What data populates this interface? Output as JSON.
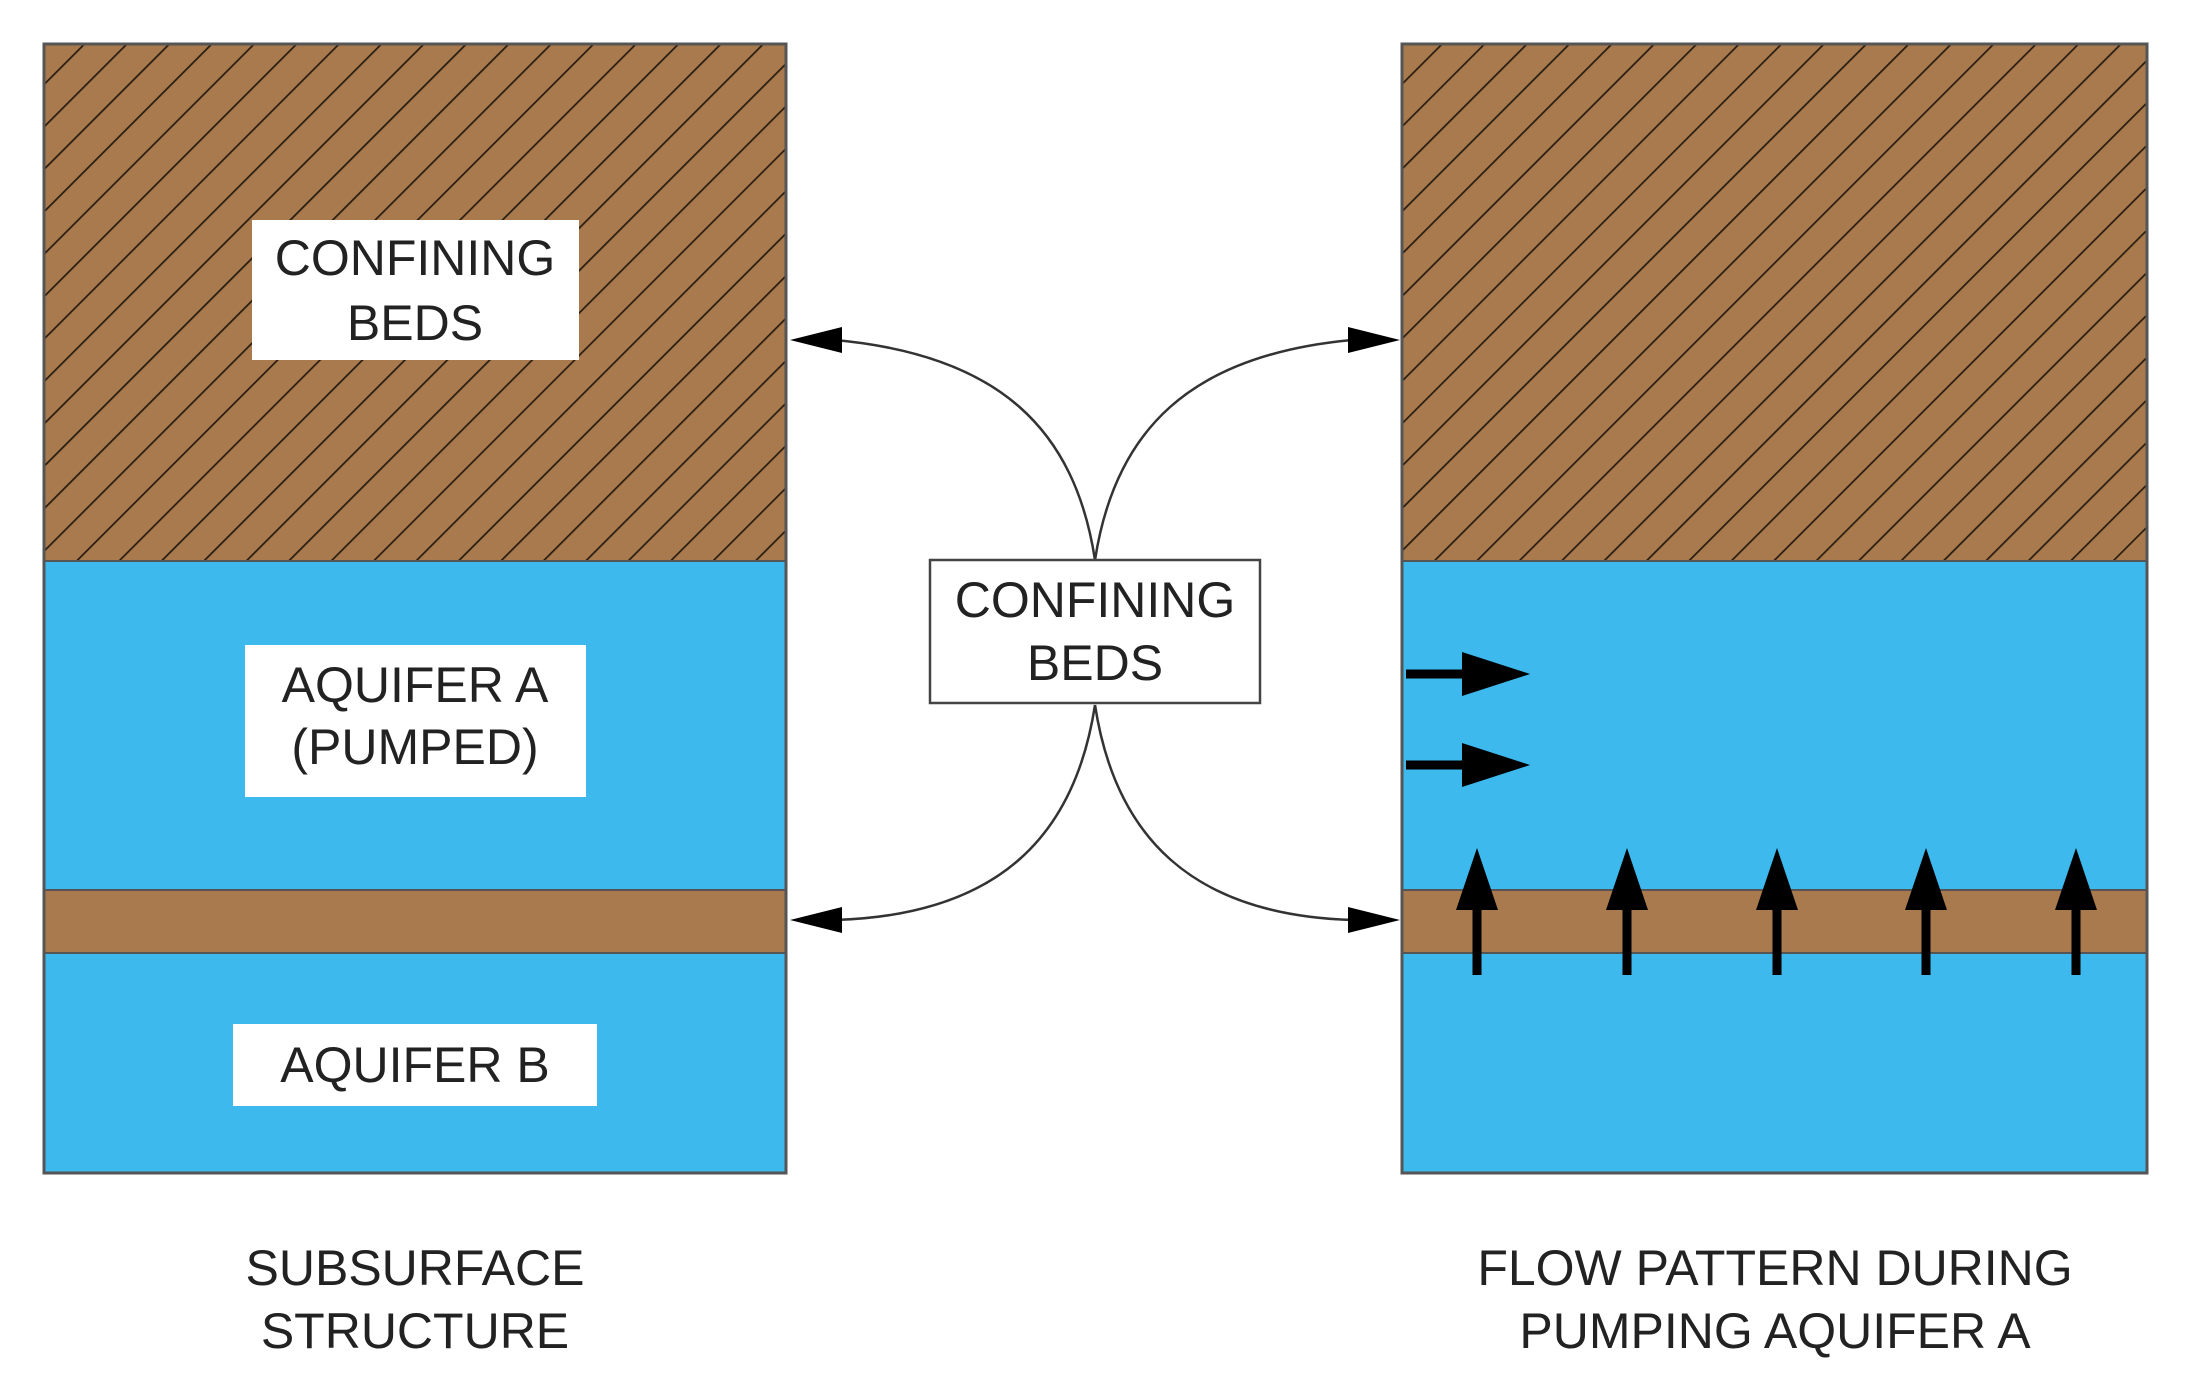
{
  "colors": {
    "confining_bed": "#a87a4e",
    "aquifer": "#3db9ed",
    "hatch": "#2a1d10",
    "arrow": "#000000"
  },
  "left_panel": {
    "confining_label": [
      "CONFINING",
      "BEDS"
    ],
    "aquifer_a_label": [
      "AQUIFER A",
      "(PUMPED)"
    ],
    "aquifer_b_label": "AQUIFER B",
    "caption": [
      "SUBSURFACE",
      "STRUCTURE"
    ]
  },
  "center": {
    "label": [
      "CONFINING",
      "BEDS"
    ]
  },
  "right_panel": {
    "caption": [
      "FLOW PATTERN DURING",
      "PUMPING AQUIFER A"
    ],
    "horizontal_flow_arrows": 2,
    "upward_flow_arrows": 5
  }
}
